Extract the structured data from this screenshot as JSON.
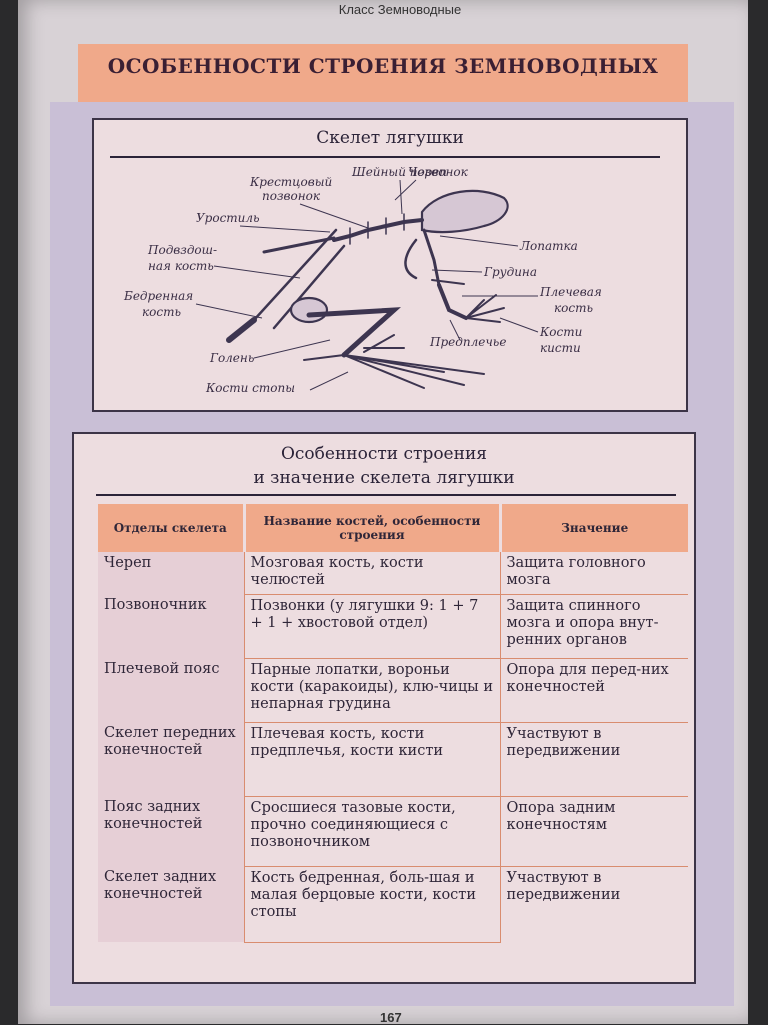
{
  "header": {
    "running_head": "Класс Земноводные",
    "band_title": "ОСОБЕННОСТИ СТРОЕНИЯ ЗЕМНОВОДНЫХ"
  },
  "skeleton_figure": {
    "title": "Скелет лягушки",
    "labels": {
      "skull": "Череп",
      "cervical": "Шейный позвонок",
      "sacral_1": "Крестцовый",
      "sacral_2": "позвонок",
      "urostyle": "Уростиль",
      "ilium_1": "Подвздош-",
      "ilium_2": "ная кость",
      "femur_1": "Бедренная",
      "femur_2": "кость",
      "shin": "Голень",
      "foot": "Кости стопы",
      "scapula": "Лопатка",
      "sternum": "Грудина",
      "humerus_1": "Плечевая",
      "humerus_2": "кость",
      "hand_1": "Кости",
      "hand_2": "кисти",
      "forearm": "Предплечье"
    }
  },
  "table_section": {
    "title_line1": "Особенности строения",
    "title_line2": "и значение скелета лягушки",
    "headers": [
      "Отделы скелета",
      "Название костей, особенности строения",
      "Значение"
    ],
    "rows": [
      [
        "Череп",
        "Мозговая кость, кости челюстей",
        "Защита головного мозга"
      ],
      [
        "Позвоночник",
        "Позвонки (у лягушки 9: 1 + 7 + 1 + хвостовой отдел)",
        "Защита спинного мозга и опора внут-ренних органов"
      ],
      [
        "Плечевой пояс",
        "Парные лопатки, вороньи кости (каракоиды), клю-чицы и непарная грудина",
        "Опора для перед-них конечностей"
      ],
      [
        "Скелет передних конечностей",
        "Плечевая кость, кости предплечья, кости кисти",
        "Участвуют в передвижении"
      ],
      [
        "Пояс задних конечностей",
        "Сросшиеся тазовые кости, прочно соединяющиеся с позвоночником",
        "Опора задним конечностям"
      ],
      [
        "Скелет задних конечностей",
        "Кость бедренная, боль-шая и малая берцовые кости, кости стопы",
        "Участвуют в передвижении"
      ]
    ]
  },
  "footer": {
    "page_number": "167"
  }
}
